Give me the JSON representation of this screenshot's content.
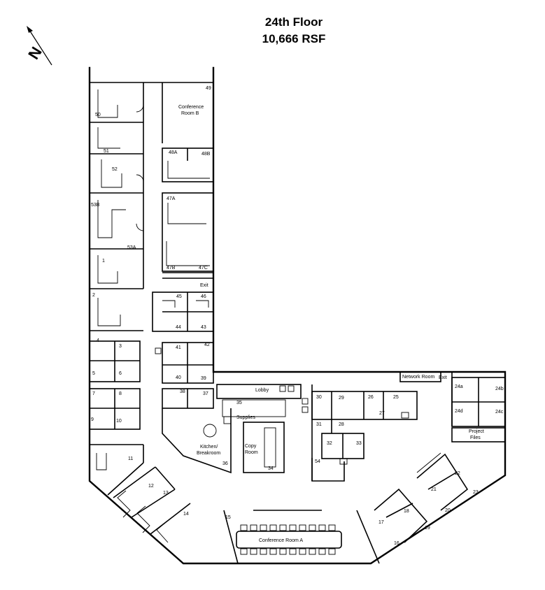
{
  "header": {
    "title": "24th Floor",
    "area": "10,666 RSF"
  },
  "north_label": "N",
  "rooms": {
    "conf_b": [
      "Conference",
      "Room B"
    ],
    "kitchen": [
      "Kitchen/",
      "Breakroom"
    ],
    "copy": [
      "Copy",
      "Room"
    ],
    "lobby": "Lobby",
    "supplies": "Supplies",
    "network": "Network Room",
    "project": [
      "Project",
      "Files"
    ],
    "conf_a": "Conference Room A",
    "exit": "Exit"
  },
  "offices": [
    "1",
    "2",
    "3",
    "4",
    "5",
    "6",
    "7",
    "8",
    "9",
    "10",
    "11",
    "12",
    "13",
    "14",
    "15",
    "16",
    "17",
    "18",
    "19",
    "20",
    "21",
    "22",
    "23",
    "24a",
    "24b",
    "24c",
    "24d",
    "25",
    "26",
    "27",
    "28",
    "29",
    "30",
    "31",
    "32",
    "33",
    "34",
    "35",
    "36",
    "37",
    "38",
    "39",
    "40",
    "41",
    "42",
    "43",
    "44",
    "45",
    "46",
    "47A",
    "47B",
    "47C",
    "48A",
    "48B",
    "49",
    "50",
    "51",
    "52",
    "53A",
    "53B",
    "54"
  ]
}
